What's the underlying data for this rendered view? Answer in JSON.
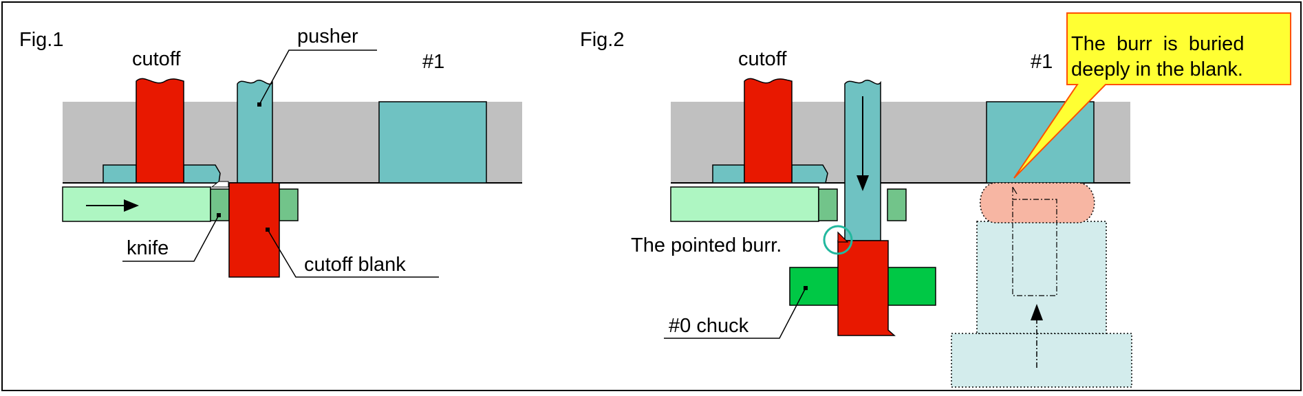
{
  "fig1": {
    "title": "Fig.1",
    "labels": {
      "cutoff": "cutoff",
      "pusher": "pusher",
      "station": "#1",
      "knife": "knife",
      "cutoff_blank": "cutoff blank"
    }
  },
  "fig2": {
    "title": "Fig.2",
    "labels": {
      "cutoff": "cutoff",
      "station": "#1",
      "pointed_burr": "The pointed burr.",
      "chuck": "#0 chuck"
    },
    "callout": {
      "line1": "The  burr  is  buried",
      "line2": "deeply in the blank."
    }
  },
  "colors": {
    "die_gray": "#c0c0c0",
    "teal": "#6fc2c2",
    "red": "#e81800",
    "light_green": "#aef6c2",
    "knife_green": "#72c48a",
    "chuck_green": "#00c845",
    "salmon": "#f7b6a3",
    "pale_teal": "#d3ecec",
    "callout_yellow": "#ffff33",
    "callout_border": "#ff5000",
    "highlight_circle": "#22b89e"
  }
}
